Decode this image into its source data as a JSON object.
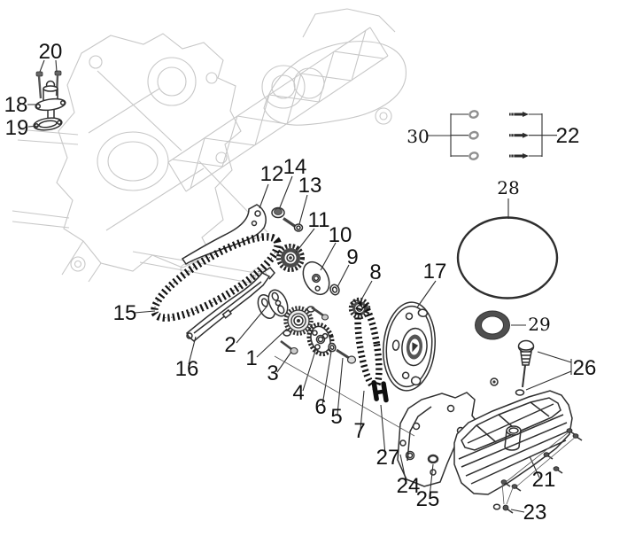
{
  "figure": {
    "kind": "exploded parts diagram"
  },
  "colors": {
    "background": "#ffffff",
    "dark_line": "#2f2f2f",
    "faded_line": "#c7c7c7",
    "chain": "#141414",
    "label_text": "#111111",
    "washer_gray": "#8f8f8f",
    "seal_ring": "#4f4f4f",
    "tensioner_black": "#0f0f0f"
  },
  "callouts": {
    "c1": "1",
    "c2": "2",
    "c3": "3",
    "c4": "4",
    "c5": "5",
    "c6": "6",
    "c7": "7",
    "c8": "8",
    "c9": "9",
    "c10": "10",
    "c11": "11",
    "c12": "12",
    "c13": "13",
    "c14": "14",
    "c15": "15",
    "c16": "16",
    "c17": "17",
    "c18": "18",
    "c19": "19",
    "c20": "20",
    "c21": "21",
    "c22": "22",
    "c23": "23",
    "c24": "24",
    "c25": "25",
    "c26": "26",
    "c27": "27",
    "c28": "28",
    "c29": "29",
    "c30": "30"
  }
}
